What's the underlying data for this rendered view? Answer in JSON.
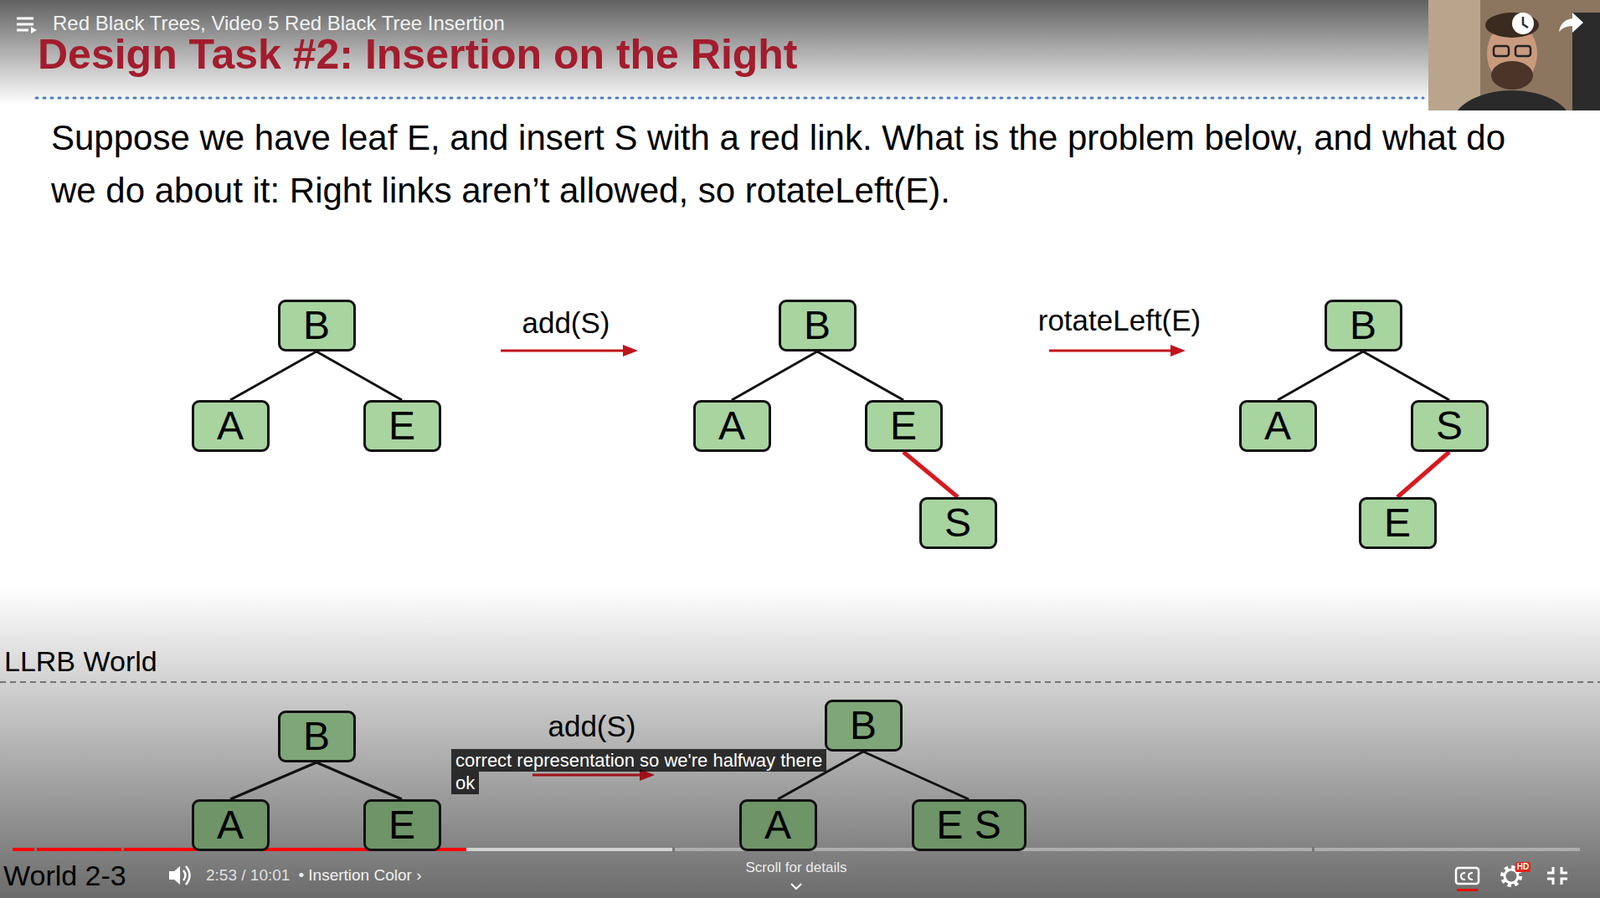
{
  "diagram": {
    "title": "Design Task #2: Insertion on the Right",
    "nodes": [
      {
        "text": [
          "B"
        ]
      },
      {
        "text": [
          "A"
        ]
      },
      {
        "text": [
          "E"
        ]
      },
      {
        "text": [
          "B"
        ]
      },
      {
        "text": [
          "A"
        ]
      },
      {
        "text": [
          "E"
        ]
      },
      {
        "text": [
          "S"
        ]
      },
      {
        "text": [
          "B"
        ]
      },
      {
        "text": [
          "A"
        ]
      },
      {
        "text": [
          "S"
        ]
      },
      {
        "text": [
          "E"
        ]
      },
      {
        "text": [
          "B"
        ]
      },
      {
        "text": [
          "A"
        ]
      },
      {
        "text": [
          "E"
        ]
      },
      {
        "text": [
          "B"
        ]
      },
      {
        "text": [
          "A"
        ]
      },
      {
        "text": [
          "E S"
        ]
      }
    ],
    "edges": [
      {
        "from": 0,
        "to": 1,
        "arrow": "none"
      },
      {
        "from": 0,
        "to": 2,
        "arrow": "none"
      },
      {
        "from": 3,
        "to": 4,
        "arrow": "none"
      },
      {
        "from": 3,
        "to": 5,
        "arrow": "none"
      },
      {
        "from": 5,
        "to": 6,
        "arrow": "none"
      },
      {
        "from": 7,
        "to": 8,
        "arrow": "none"
      },
      {
        "from": 7,
        "to": 9,
        "arrow": "none"
      },
      {
        "from": 9,
        "to": 10,
        "arrow": "none"
      },
      {
        "from": 11,
        "to": 12,
        "arrow": "none"
      },
      {
        "from": 11,
        "to": 13,
        "arrow": "none"
      },
      {
        "from": 14,
        "to": 15,
        "arrow": "none"
      },
      {
        "from": 14,
        "to": 16,
        "arrow": "none"
      }
    ],
    "labels": [
      "Red Black Trees, Video 5 Red Black Tree Insertion",
      "Suppose we have leaf E, and insert S with a red link. What is the problem below, and what do we do about it: Right links aren’t allowed, so rotateLeft(E).",
      "add(S)",
      "rotateLeft(E)",
      "LLRB World",
      "add(S)",
      "correct representation so we're halfway there ok",
      "World 2-3",
      "2:53 / 10:01",
      "• Insertion Color ›",
      "Scroll for details",
      "HD"
    ]
  }
}
